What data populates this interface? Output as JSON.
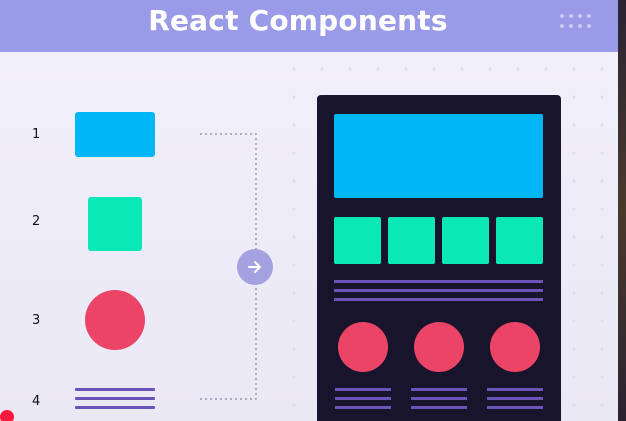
{
  "header": {
    "title": "React Components"
  },
  "components": {
    "row_numbers": [
      "1",
      "2",
      "3",
      "4"
    ]
  },
  "colors": {
    "header_bg": "#9a9be8",
    "rect_blue": "#00b6f5",
    "square_green": "#0be8b8",
    "circle_red": "#ec4466",
    "line_purple": "#6a54b8",
    "page_bg": "#18142c",
    "arrow_circle": "#a4a1e0"
  },
  "icons": {
    "header_right": "grid-dots-icon",
    "connector_arrow": "arrow-right-icon"
  }
}
